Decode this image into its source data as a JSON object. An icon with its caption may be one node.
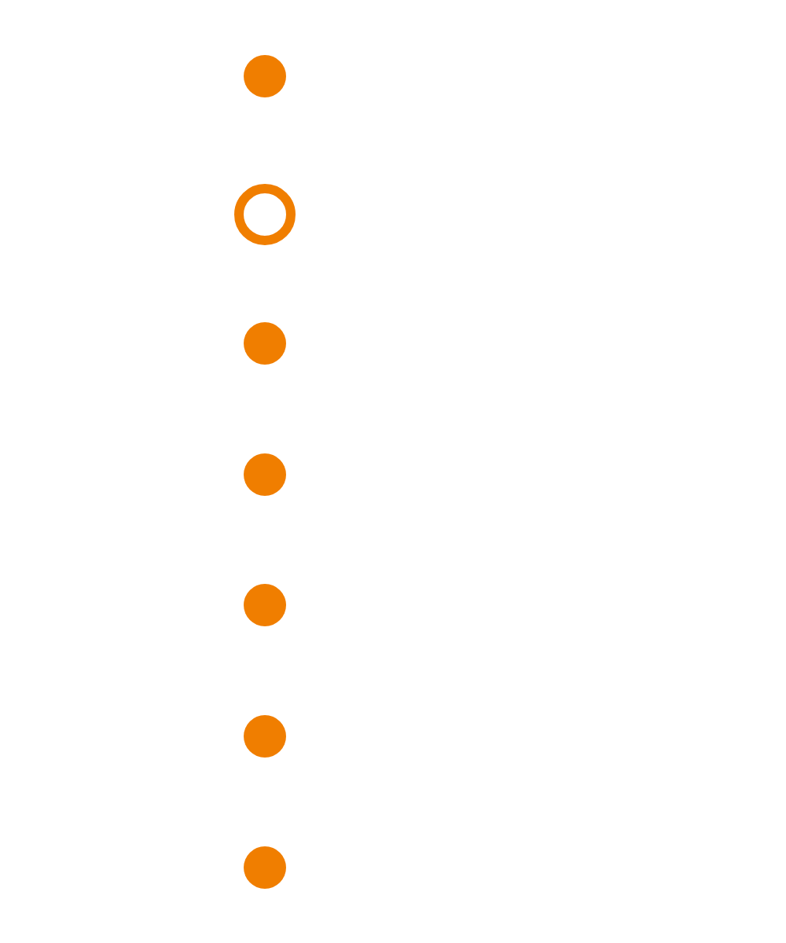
{
  "diagram": {
    "nodes": [
      {
        "text": [],
        "shape": "circle"
      },
      {
        "text": [],
        "shape": "ring"
      },
      {
        "text": [],
        "shape": "circle"
      },
      {
        "text": [],
        "shape": "circle"
      },
      {
        "text": [],
        "shape": "circle"
      },
      {
        "text": [],
        "shape": "circle"
      },
      {
        "text": [],
        "shape": "circle"
      }
    ]
  }
}
